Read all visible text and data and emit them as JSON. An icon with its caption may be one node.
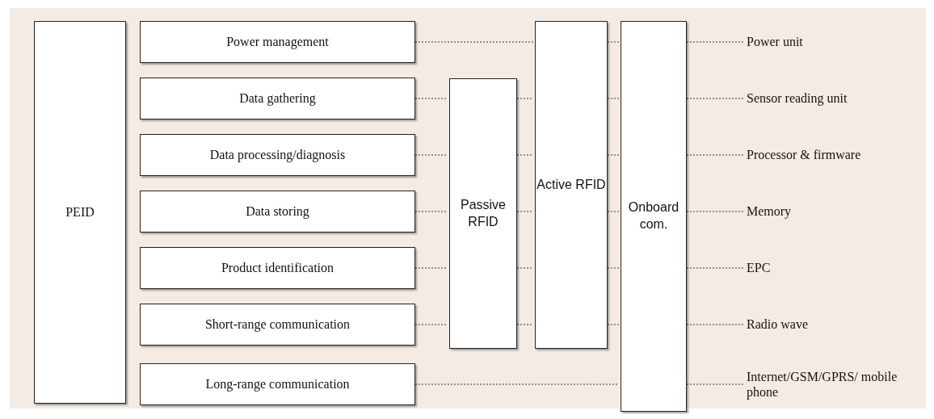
{
  "diagram": {
    "nodes": [
      {
        "text": [
          "PEID"
        ]
      },
      {
        "text": [
          "Power management"
        ]
      },
      {
        "text": [
          "Data gathering"
        ]
      },
      {
        "text": [
          "Data processing/diagnosis"
        ]
      },
      {
        "text": [
          "Data storing"
        ]
      },
      {
        "text": [
          "Product identification"
        ]
      },
      {
        "text": [
          "Short-range communication"
        ]
      },
      {
        "text": [
          "Long-range communication"
        ]
      },
      {
        "text": [
          "Passive RFID"
        ]
      },
      {
        "text": [
          "Active RFID"
        ]
      },
      {
        "text": [
          "Onboard com."
        ]
      },
      {
        "text": [
          "Power unit"
        ]
      },
      {
        "text": [
          "Sensor reading unit"
        ]
      },
      {
        "text": [
          "Processor & firmware"
        ]
      },
      {
        "text": [
          "Memory"
        ]
      },
      {
        "text": [
          "EPC"
        ]
      },
      {
        "text": [
          "Radio wave"
        ]
      },
      {
        "text": [
          "Internet/GSM/GPRS/ mobile phone"
        ]
      }
    ],
    "edges": [
      {
        "from": 1,
        "to": 9,
        "arrow": "none"
      },
      {
        "from": 9,
        "to": 10,
        "arrow": "none"
      },
      {
        "from": 10,
        "to": 11,
        "arrow": "none"
      },
      {
        "from": 2,
        "to": 8,
        "arrow": "none"
      },
      {
        "from": 8,
        "to": 9,
        "arrow": "none"
      },
      {
        "from": 9,
        "to": 10,
        "arrow": "none"
      },
      {
        "from": 10,
        "to": 12,
        "arrow": "none"
      },
      {
        "from": 3,
        "to": 8,
        "arrow": "none"
      },
      {
        "from": 8,
        "to": 9,
        "arrow": "none"
      },
      {
        "from": 9,
        "to": 10,
        "arrow": "none"
      },
      {
        "from": 10,
        "to": 13,
        "arrow": "none"
      },
      {
        "from": 4,
        "to": 8,
        "arrow": "none"
      },
      {
        "from": 8,
        "to": 9,
        "arrow": "none"
      },
      {
        "from": 9,
        "to": 10,
        "arrow": "none"
      },
      {
        "from": 10,
        "to": 14,
        "arrow": "none"
      },
      {
        "from": 5,
        "to": 8,
        "arrow": "none"
      },
      {
        "from": 8,
        "to": 9,
        "arrow": "none"
      },
      {
        "from": 9,
        "to": 10,
        "arrow": "none"
      },
      {
        "from": 10,
        "to": 15,
        "arrow": "none"
      },
      {
        "from": 6,
        "to": 8,
        "arrow": "none"
      },
      {
        "from": 8,
        "to": 9,
        "arrow": "none"
      },
      {
        "from": 9,
        "to": 10,
        "arrow": "none"
      },
      {
        "from": 10,
        "to": 16,
        "arrow": "none"
      },
      {
        "from": 7,
        "to": 10,
        "arrow": "none"
      },
      {
        "from": 10,
        "to": 17,
        "arrow": "none"
      }
    ]
  }
}
